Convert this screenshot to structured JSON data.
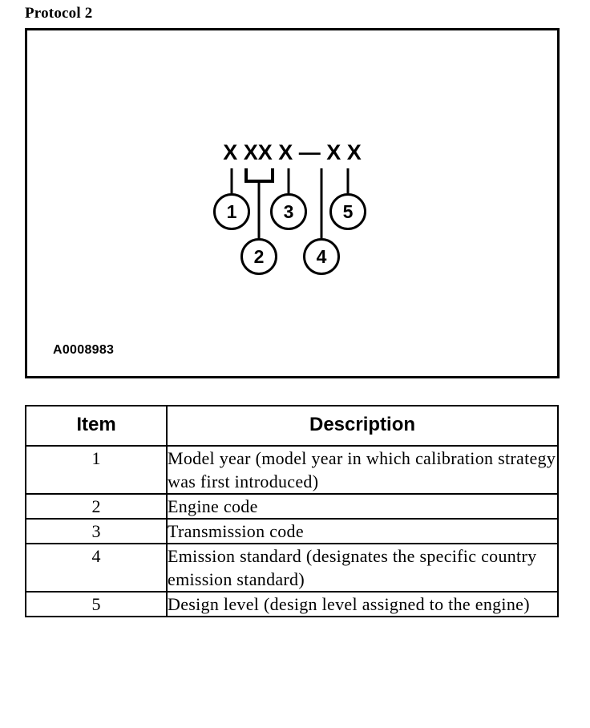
{
  "page": {
    "title": "Protocol 2"
  },
  "figure": {
    "id_label": "A0008983",
    "code_mask": "X XX X — X X",
    "callouts": [
      {
        "number": "1"
      },
      {
        "number": "2"
      },
      {
        "number": "3"
      },
      {
        "number": "4"
      },
      {
        "number": "5"
      }
    ]
  },
  "legend": {
    "headers": {
      "item": "Item",
      "description": "Description"
    },
    "rows": [
      {
        "item": "1",
        "description": "Model year (model year in which calibration strategy was first introduced)"
      },
      {
        "item": "2",
        "description": "Engine code"
      },
      {
        "item": "3",
        "description": "Transmission code"
      },
      {
        "item": "4",
        "description": "Emission standard (designates the specific country emission standard)"
      },
      {
        "item": "5",
        "description": "Design level (design level assigned to the engine)"
      }
    ]
  },
  "colors": {
    "ink": "#000000",
    "paper": "#ffffff"
  }
}
